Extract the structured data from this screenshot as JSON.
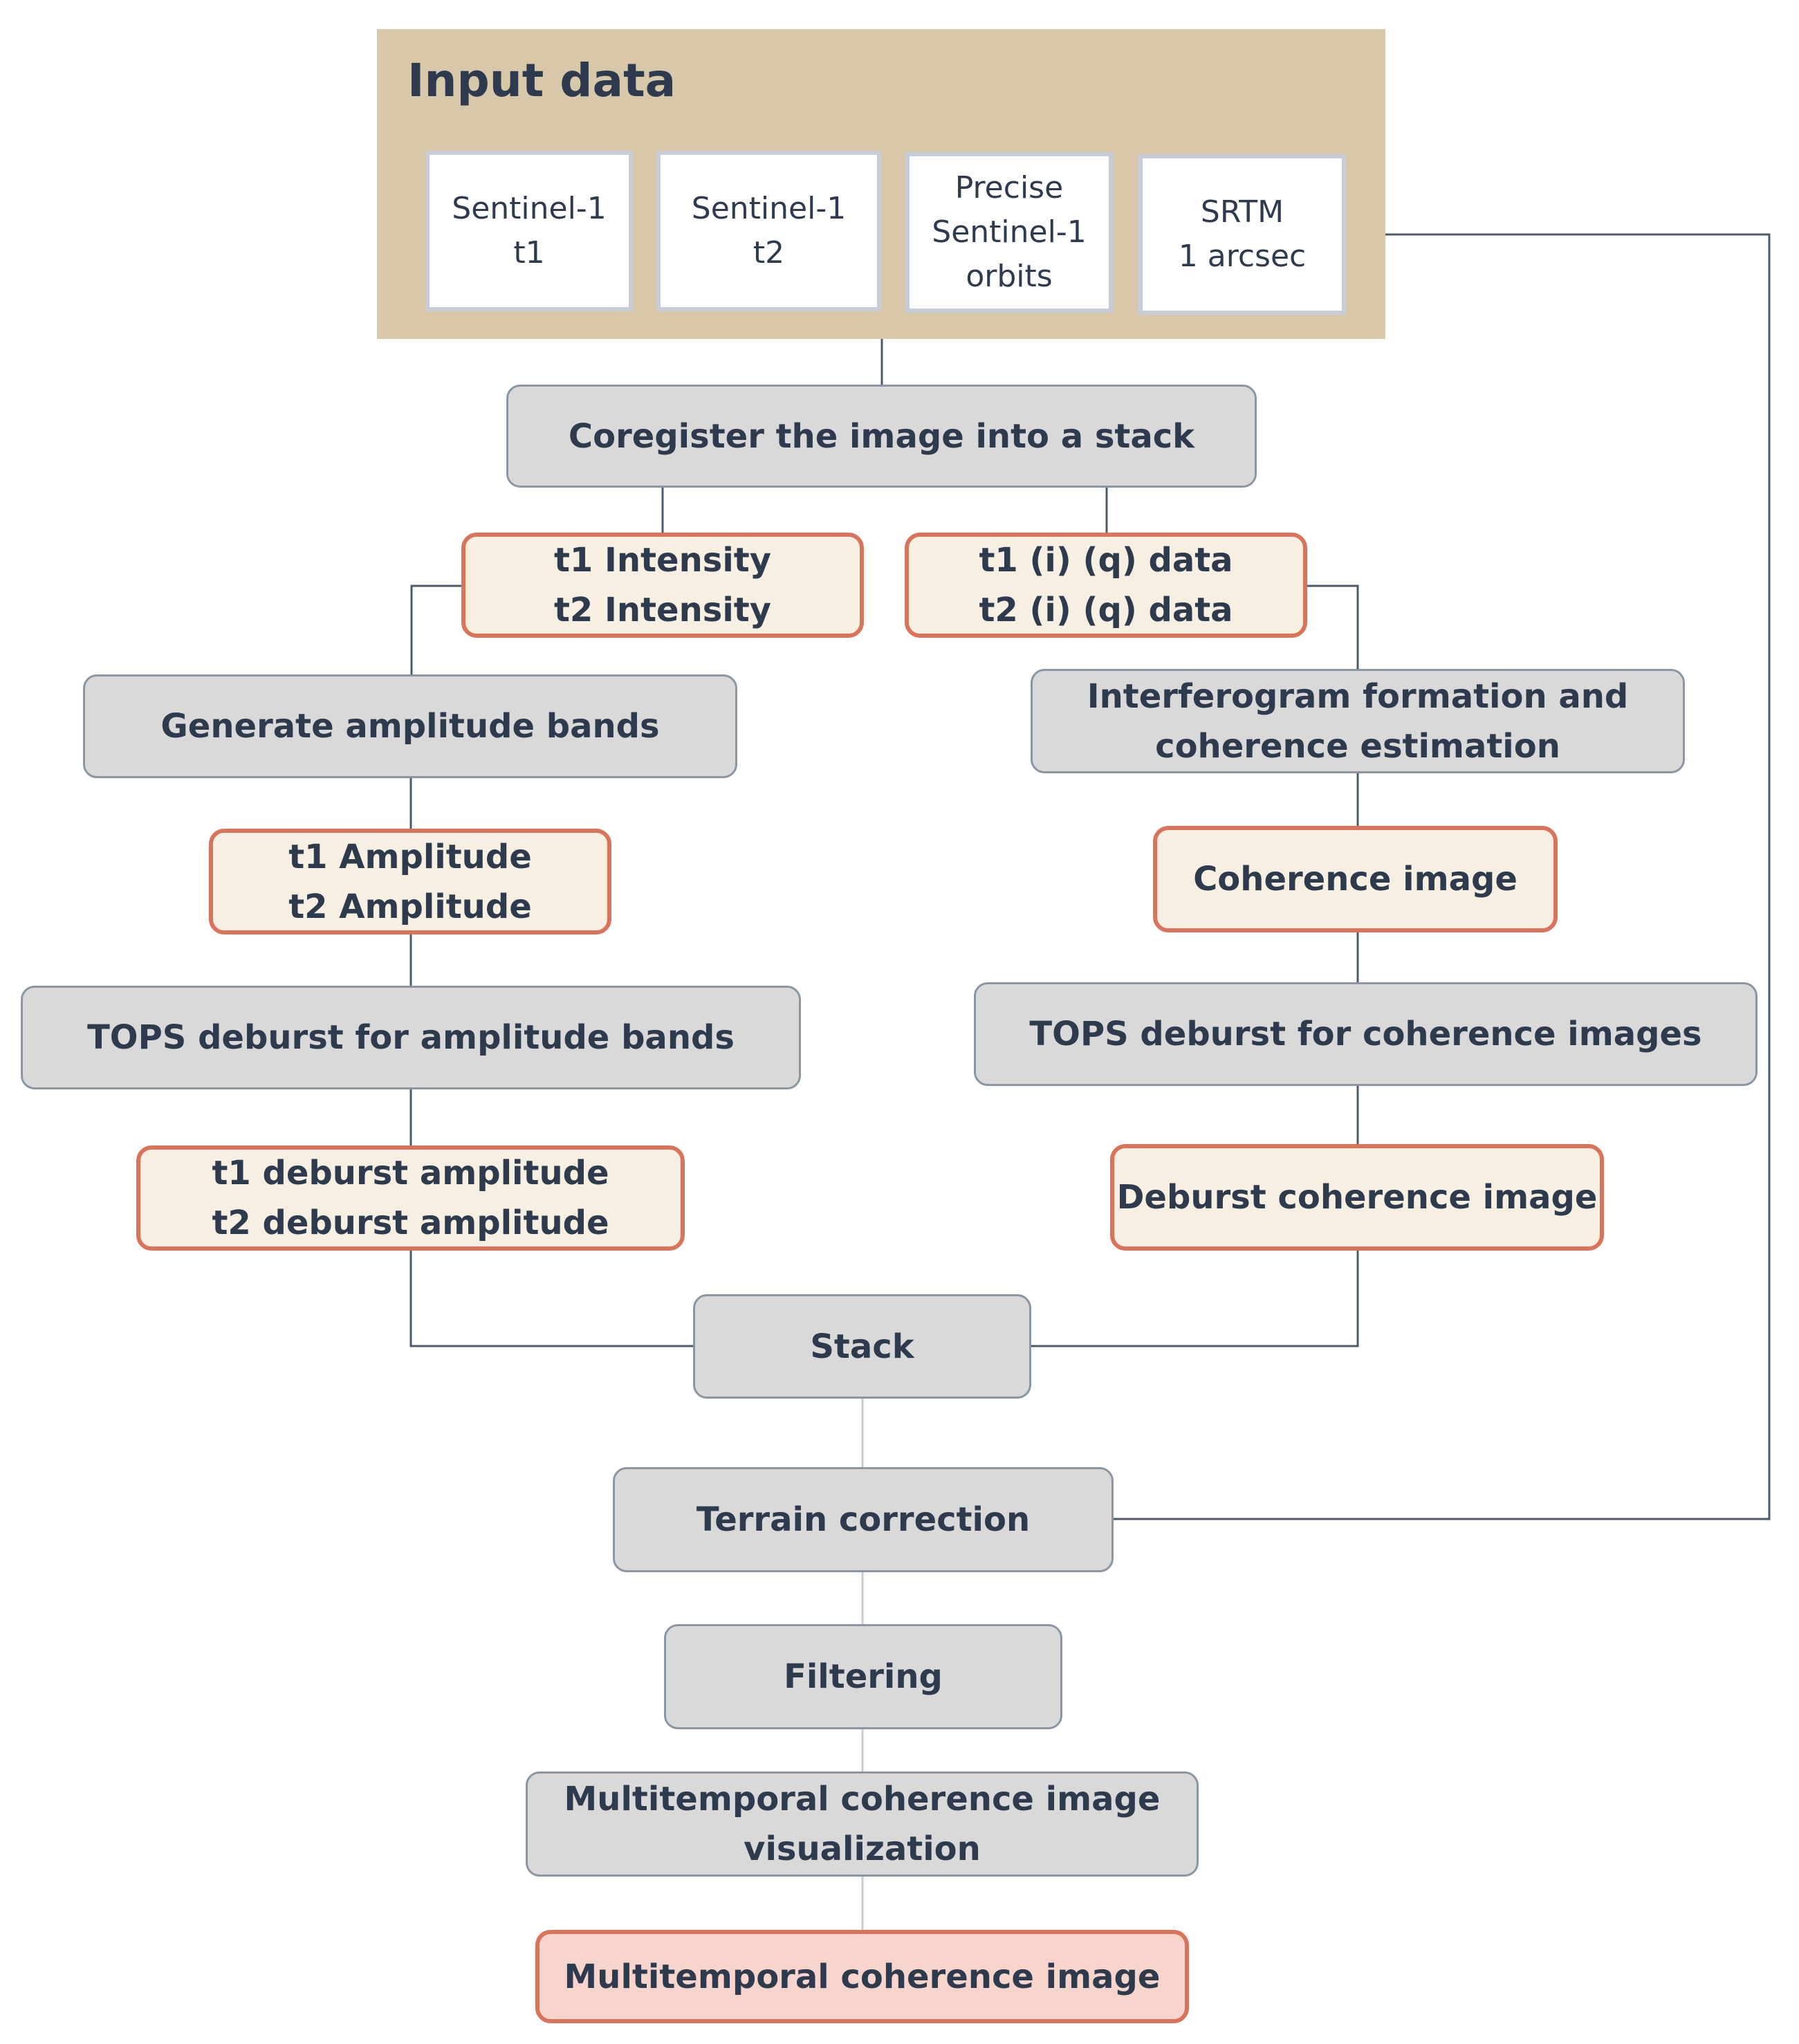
{
  "input_panel": {
    "title": "Input data",
    "items": [
      {
        "line1": "Sentinel-1",
        "line2": "t1"
      },
      {
        "line1": "Sentinel-1",
        "line2": "t2"
      },
      {
        "line1": "Precise",
        "line2": "Sentinel-1",
        "line3": "orbits"
      },
      {
        "line1": "SRTM",
        "line2": "1 arcsec"
      }
    ]
  },
  "steps": {
    "coregister": "Coregister the image into a stack",
    "intensity": {
      "line1": "t1 Intensity",
      "line2": "t2 Intensity"
    },
    "iq_data": {
      "line1": "t1 (i) (q) data",
      "line2": "t2 (i) (q) data"
    },
    "generate_amplitude": "Generate amplitude bands",
    "amplitude": {
      "line1": "t1 Amplitude",
      "line2": "t2 Amplitude"
    },
    "tops_amplitude": "TOPS deburst for amplitude bands",
    "deburst_amplitude": {
      "line1": "t1 deburst amplitude",
      "line2": "t2 deburst amplitude"
    },
    "interferogram": {
      "line1": "Interferogram formation and",
      "line2": "coherence estimation"
    },
    "coherence_image": "Coherence image",
    "tops_coherence": "TOPS deburst for coherence images",
    "deburst_coherence": "Deburst coherence image",
    "stack": "Stack",
    "terrain": "Terrain correction",
    "filtering": "Filtering",
    "visualization": {
      "line1": "Multitemporal coherence image",
      "line2": "visualization"
    },
    "final_output": "Multitemporal coherence image"
  },
  "colors": {
    "panel_bg": "#d8c7a8",
    "process_fill": "#d9d9d9",
    "output_fill": "#f6efe2",
    "output_border": "#d9735a",
    "final_fill": "#f7d4cc",
    "text": "#2e3a4d",
    "connector": "#4a5a6a"
  }
}
